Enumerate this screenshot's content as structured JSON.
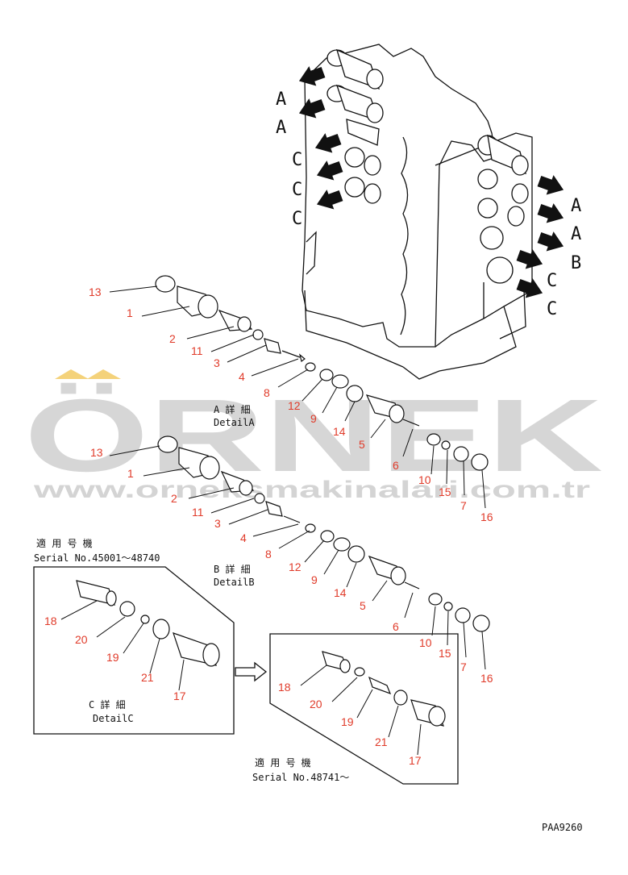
{
  "watermark": {
    "brand": "ÖRNEK",
    "url": "www.orneksmakinalari.com.tr"
  },
  "arrow_labels_left": [
    "A",
    "A",
    "C",
    "C",
    "C"
  ],
  "arrow_labels_right": [
    "A",
    "A",
    "B",
    "C",
    "C"
  ],
  "detail_a": {
    "jp": "A 詳 細",
    "en": "DetailA"
  },
  "detail_b": {
    "jp": "B 詳 細",
    "en": "DetailB"
  },
  "detail_c": {
    "jp": "C 詳 細",
    "en": "DetailC"
  },
  "serial_1": {
    "jp": "適 用 号 機",
    "range": "Serial No.45001～48740"
  },
  "serial_2": {
    "jp": "適 用 号 機",
    "range": "Serial No.48741～"
  },
  "part_numbers_a": [
    "13",
    "1",
    "2",
    "11",
    "3",
    "4",
    "8",
    "12",
    "9",
    "14",
    "5",
    "6",
    "10",
    "15",
    "7",
    "16"
  ],
  "part_numbers_b": [
    "13",
    "1",
    "2",
    "11",
    "3",
    "4",
    "8",
    "12",
    "9",
    "14",
    "5",
    "6",
    "10",
    "15",
    "7",
    "16"
  ],
  "part_numbers_c1": [
    "18",
    "20",
    "19",
    "21",
    "17"
  ],
  "part_numbers_c2": [
    "18",
    "20",
    "19",
    "21",
    "17"
  ],
  "footer_code": "PAA9260",
  "colors": {
    "watermark": "#d8d8d8",
    "watermark_accent": "#f4d27a",
    "callout": "#e03b2a",
    "line": "#111111"
  }
}
